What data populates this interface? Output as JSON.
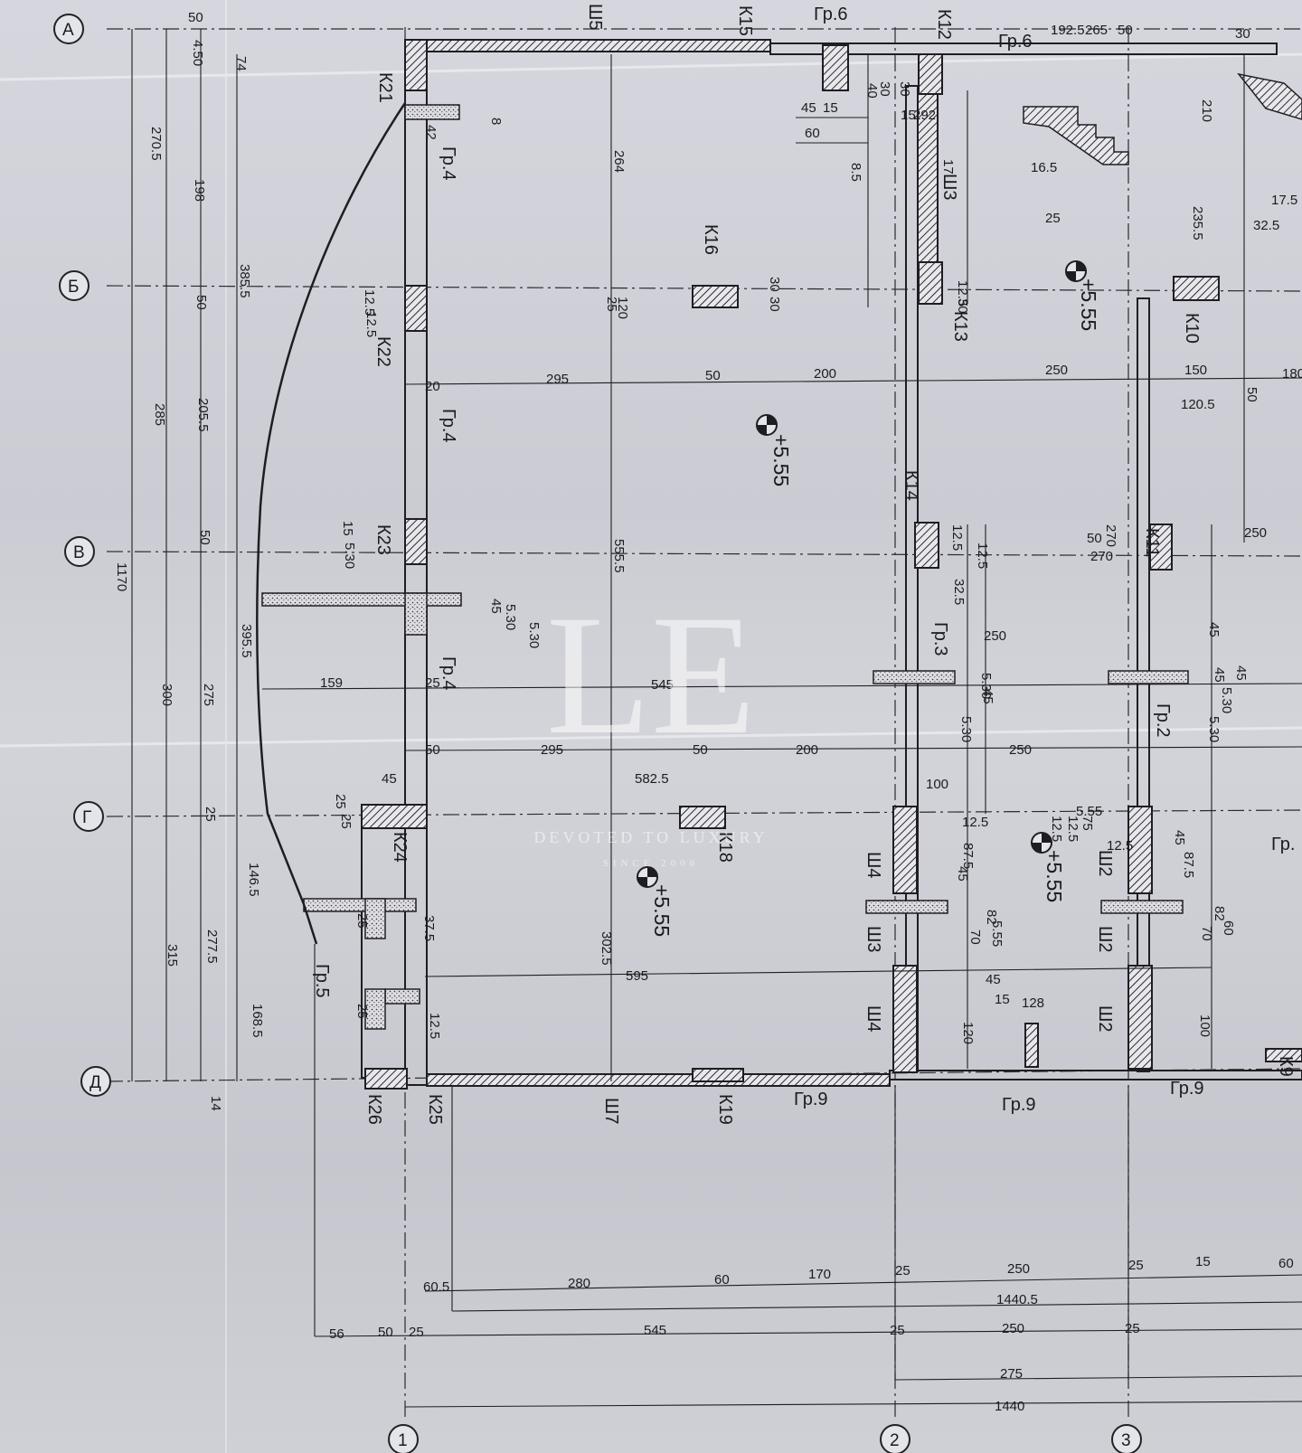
{
  "grid": {
    "rows": [
      "А",
      "Б",
      "В",
      "Г",
      "Д"
    ],
    "cols": [
      "1",
      "2",
      "3"
    ]
  },
  "columns": [
    "К21",
    "К22",
    "К23",
    "К24",
    "К26",
    "К25",
    "К16",
    "К18",
    "К19",
    "К12",
    "К13",
    "К14",
    "К10",
    "К11",
    "К15",
    "К9"
  ],
  "walls": [
    "Ш5",
    "Ш3",
    "Ш4",
    "Ш3",
    "Ш4",
    "Ш7",
    "Ш2",
    "Ш2",
    "Ш2"
  ],
  "groups": [
    "Гр.6",
    "Гр.6",
    "Гр.4",
    "Гр.4",
    "Гр.4",
    "Гр.5",
    "Гр.3",
    "Гр.2",
    "Гр.9",
    "Гр.9",
    "Гр.9",
    "Гр."
  ],
  "levels": [
    "+5.55",
    "+5.55",
    "+5.55",
    "+5.55"
  ],
  "dims": {
    "left_outer": [
      "270.5",
      "285",
      "300",
      "315",
      "1170"
    ],
    "left_mid": [
      "4.50",
      "198",
      "50",
      "205.5",
      "50",
      "275",
      "25",
      "277.5",
      "14"
    ],
    "left_inner": [
      "74",
      "385.5",
      "395.5",
      "146.5",
      "168.5"
    ],
    "col_a": [
      "264",
      "555.5",
      "582.5",
      "302.5"
    ],
    "row_b": [
      "295",
      "50",
      "200",
      "250",
      "150",
      "180"
    ],
    "row_mid": [
      "159",
      "545",
      "250",
      "250",
      "295",
      "50",
      "200",
      "250",
      "595"
    ],
    "bottom1": [
      "60.5",
      "280",
      "60",
      "170",
      "25",
      "250",
      "25",
      "15",
      "60"
    ],
    "bottom2": [
      "1440.5"
    ],
    "bottom3": [
      "56",
      "50",
      "25",
      "545",
      "25",
      "250",
      "25"
    ],
    "bottom4": [
      "275",
      "1440"
    ],
    "misc": [
      "45",
      "15",
      "60",
      "40",
      "30",
      "30",
      "15",
      "292",
      "192.5",
      "265",
      "50",
      "16.5",
      "8.5",
      "17",
      "25",
      "12.5",
      "30",
      "30",
      "30",
      "120",
      "120.5",
      "30",
      "210",
      "235.5",
      "32.5",
      "17.5",
      "50",
      "12.5",
      "32.5",
      "12.5",
      "50",
      "270",
      "270",
      "45",
      "5.30",
      "5.30",
      "45",
      "5.30",
      "45",
      "5.30",
      "45",
      "100",
      "87.5",
      "45",
      "12.5",
      "5.55",
      "82",
      "70",
      "5.55",
      "82",
      "70",
      "60",
      "45",
      "15",
      "128",
      "120",
      "100",
      "87.5",
      "45",
      "12.5",
      "12.5",
      "12.5",
      "75",
      "45",
      "5.30",
      "45",
      "5.30",
      "8",
      "42",
      "37.5",
      "12.5",
      "12.5",
      "12.5",
      "15",
      "5.30",
      "25",
      "25",
      "25",
      "25",
      "20",
      "25",
      "50",
      "50",
      "25"
    ]
  },
  "watermark": {
    "monogram": "LE",
    "tagline": "DEVOTED TO LUXURY",
    "since": "SINCE 2006"
  }
}
